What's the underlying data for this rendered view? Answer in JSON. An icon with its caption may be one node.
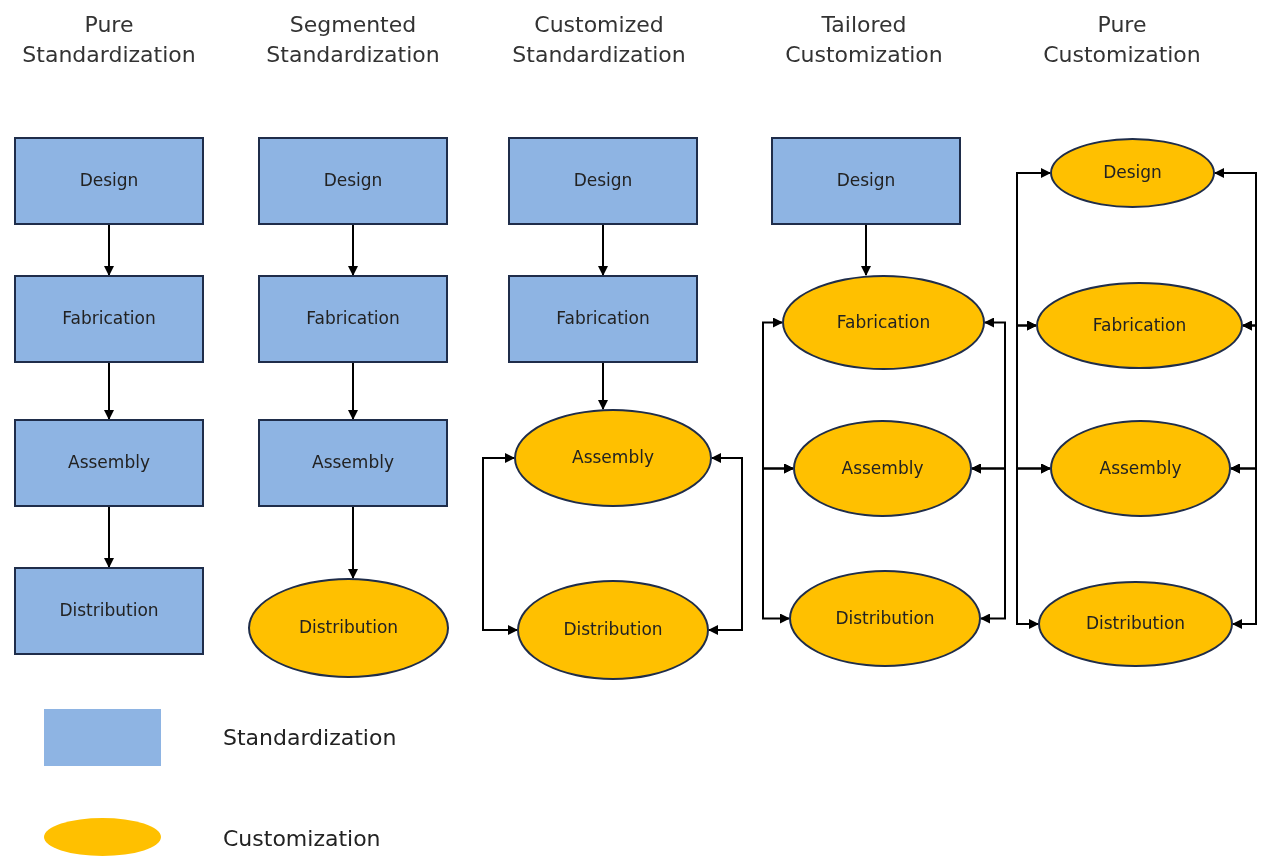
{
  "diagram": {
    "nodes": [
      {
        "text": [
          "Design"
        ]
      },
      {
        "text": [
          "Fabrication"
        ]
      },
      {
        "text": [
          "Assembly"
        ]
      },
      {
        "text": [
          "Distribution"
        ]
      },
      {
        "text": [
          "Design"
        ]
      },
      {
        "text": [
          "Fabrication"
        ]
      },
      {
        "text": [
          "Assembly"
        ]
      },
      {
        "text": [
          "Distribution"
        ]
      },
      {
        "text": [
          "Design"
        ]
      },
      {
        "text": [
          "Fabrication"
        ]
      },
      {
        "text": [
          "Assembly"
        ]
      },
      {
        "text": [
          "Distribution"
        ]
      },
      {
        "text": [
          "Design"
        ]
      },
      {
        "text": [
          "Fabrication"
        ]
      },
      {
        "text": [
          "Assembly"
        ]
      },
      {
        "text": [
          "Distribution"
        ]
      },
      {
        "text": [
          "Design"
        ]
      },
      {
        "text": [
          "Fabrication"
        ]
      },
      {
        "text": [
          "Assembly"
        ]
      },
      {
        "text": [
          "Distribution"
        ]
      }
    ],
    "edges": [
      {
        "from": 0,
        "to": 1,
        "arrow": "to"
      },
      {
        "from": 1,
        "to": 2,
        "arrow": "to"
      },
      {
        "from": 2,
        "to": 3,
        "arrow": "to"
      },
      {
        "from": 4,
        "to": 5,
        "arrow": "to"
      },
      {
        "from": 5,
        "to": 6,
        "arrow": "to"
      },
      {
        "from": 6,
        "to": 7,
        "arrow": "to"
      },
      {
        "from": 8,
        "to": 9,
        "arrow": "to"
      },
      {
        "from": 9,
        "to": 10,
        "arrow": "to"
      },
      {
        "from": 10,
        "to": 11,
        "arrow": "both"
      },
      {
        "from": 10,
        "to": 11,
        "arrow": "both"
      },
      {
        "from": 12,
        "to": 13,
        "arrow": "to"
      },
      {
        "from": 13,
        "to": 14,
        "arrow": "both"
      },
      {
        "from": 14,
        "to": 15,
        "arrow": "both"
      },
      {
        "from": 13,
        "to": 14,
        "arrow": "both"
      },
      {
        "from": 14,
        "to": 15,
        "arrow": "both"
      },
      {
        "from": 16,
        "to": 17,
        "arrow": "both"
      },
      {
        "from": 17,
        "to": 18,
        "arrow": "both"
      },
      {
        "from": 18,
        "to": 19,
        "arrow": "both"
      },
      {
        "from": 16,
        "to": 17,
        "arrow": "both"
      },
      {
        "from": 17,
        "to": 18,
        "arrow": "both"
      },
      {
        "from": 18,
        "to": 19,
        "arrow": "both"
      }
    ],
    "labels": [
      "Pure Standardization",
      "Segmented Standardization",
      "Customized Standardization",
      "Tailored Customization",
      "Pure Customization"
    ],
    "legend": [
      {
        "text": "Standardization",
        "color": "#8eb4e3"
      },
      {
        "text": "Customization",
        "color": "#ffc000"
      }
    ]
  }
}
